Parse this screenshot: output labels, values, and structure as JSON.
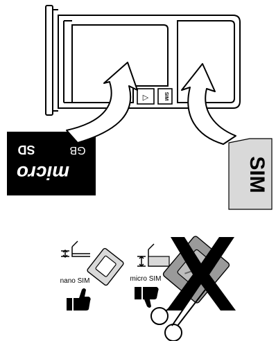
{
  "card": {
    "capacity_label": "GB",
    "brand_label": "micro",
    "type_label": "SD"
  },
  "sim_card": {
    "label": "SIM"
  },
  "tray_badges": {
    "microsd_badge": "▷",
    "sim_badge": "SIM"
  },
  "nano_sim": {
    "label": "nano SIM"
  },
  "micro_sim": {
    "label": "micro SIM"
  },
  "colors": {
    "ink": "#000000",
    "sim_fill": "#d9d9d9",
    "card_fill": "#000000",
    "crossed_fill": "#9a9a9a"
  },
  "icons": [
    "insert-arrow-icon",
    "thumbs-up-icon",
    "thumbs-down-icon",
    "cross-icon",
    "scissors-icon"
  ]
}
